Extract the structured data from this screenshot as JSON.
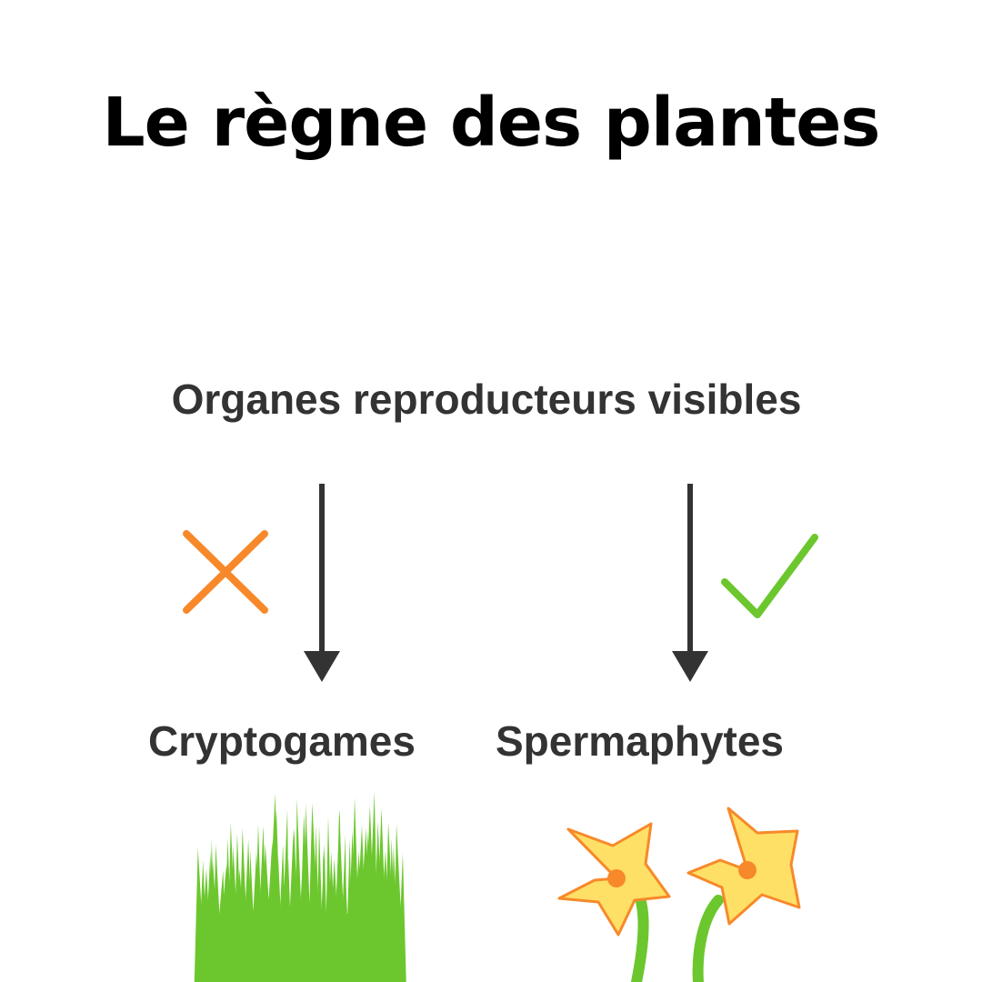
{
  "title": "Le règne des plantes",
  "question": "Organes reproducteurs visibles",
  "branches": [
    {
      "answer": "no",
      "answer_icon": "cross-icon",
      "answer_color": "#F7892A",
      "label": "Cryptogames",
      "illustration": "grass-icon"
    },
    {
      "answer": "yes",
      "answer_icon": "checkmark-icon",
      "answer_color": "#6CC72E",
      "label": "Spermaphytes",
      "illustration": "flowers-icon"
    }
  ],
  "colors": {
    "text": "#333333",
    "arrow": "#333333",
    "grass": "#6CC72E",
    "petal": "#FFE066",
    "petal_outline": "#F7892A",
    "flower_center": "#F7892A",
    "stem": "#6CC72E"
  }
}
